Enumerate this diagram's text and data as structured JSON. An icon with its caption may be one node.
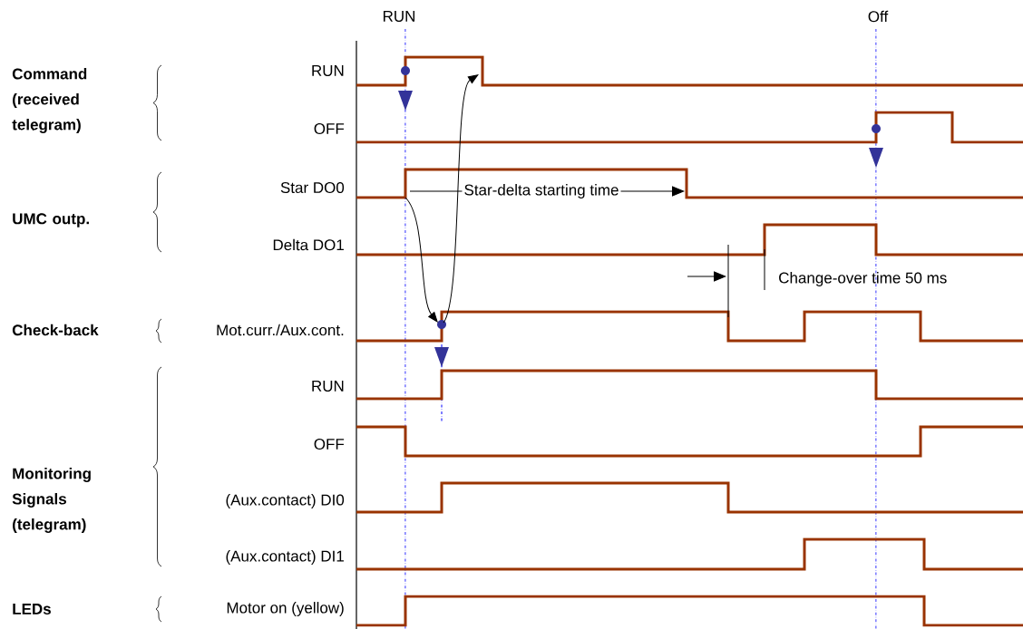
{
  "diagram": {
    "labels": [
      "RUN",
      "Off",
      "Command (received telegram)",
      "RUN",
      "OFF",
      "Star DO0",
      "Star-delta starting time",
      "UMC outp.",
      "Delta DO1",
      "Change-over time 50 ms",
      "Check-back",
      "Mot.curr./Aux.cont.",
      "RUN",
      "OFF",
      "Monitoring Signals (telegram)",
      "(Aux.contact) DI0",
      "(Aux.contact) DI1",
      "LEDs",
      "Motor on (yellow)"
    ]
  }
}
